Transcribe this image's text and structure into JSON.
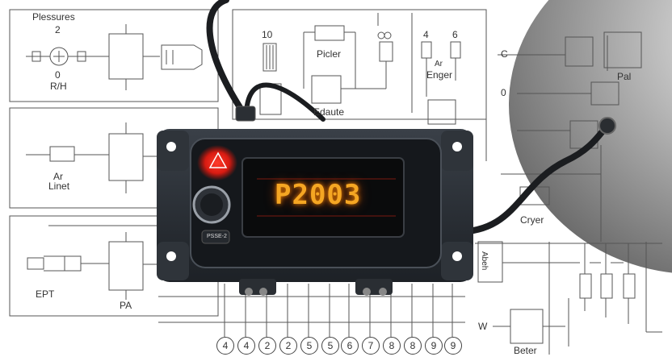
{
  "labels": {
    "pressures": "Plessures",
    "two": "2",
    "zero": "0",
    "rh": "R/H",
    "air_inlet_1": "Ar",
    "air_inlet_2": "Linet",
    "ept": "EPT",
    "pa": "PA",
    "ten": "10",
    "picler": "Picler",
    "edaute": "Edaute",
    "four": "4",
    "six": "6",
    "ar2": "Ar",
    "enger": "Enger",
    "c": "C",
    "zero2": "0",
    "pal": "Pal",
    "cryer": "Cryer",
    "w": "W",
    "beter": "Beter",
    "abeh": "Abeh"
  },
  "display": {
    "code": "P2003",
    "button_text": "PSSE-2"
  },
  "connector_numbers": [
    "4",
    "4",
    "2",
    "2",
    "5",
    "5",
    "6",
    "7",
    "8",
    "8",
    "9",
    "9"
  ]
}
